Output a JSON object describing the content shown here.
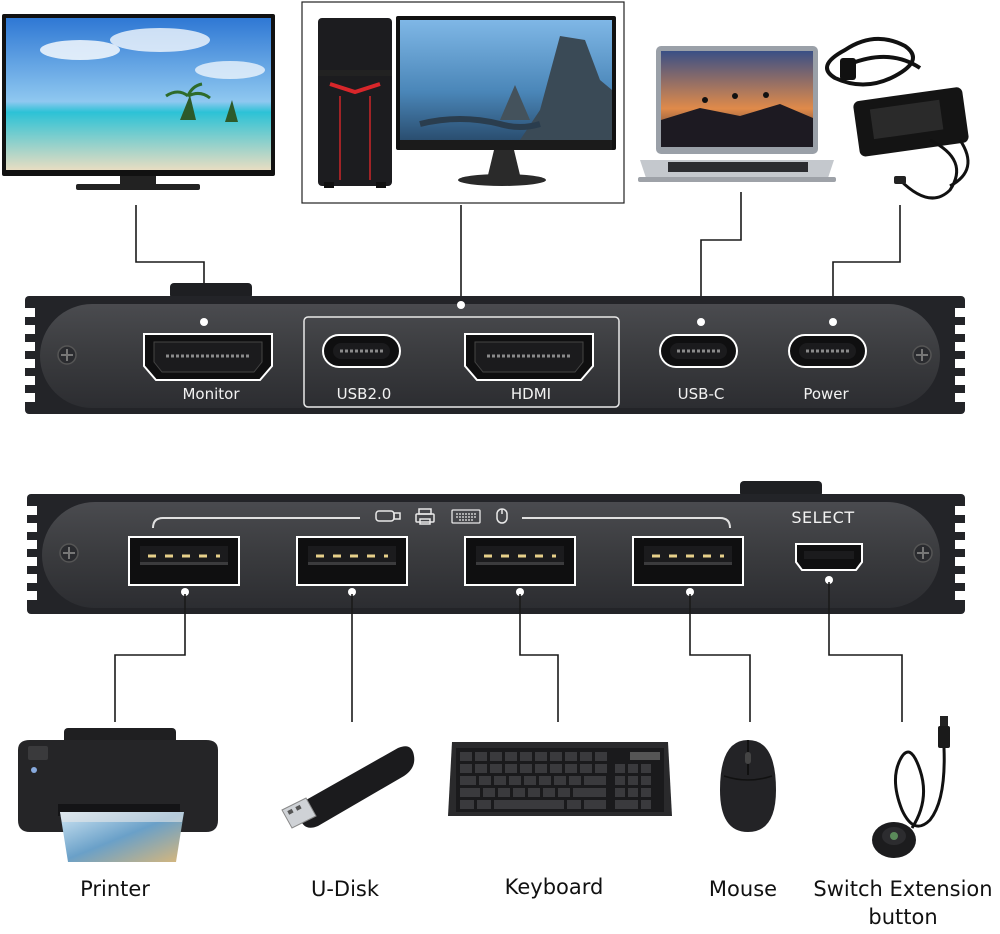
{
  "top_panel": {
    "ports": {
      "monitor": "Monitor",
      "usb20": "USB2.0",
      "hdmi": "HDMI",
      "usbc": "USB-C",
      "power": "Power"
    }
  },
  "bottom_panel": {
    "select_label": "SELECT",
    "icons": [
      "usb-drive-icon",
      "printer-icon",
      "keyboard-icon",
      "mouse-icon"
    ]
  },
  "devices": {
    "printer": "Printer",
    "udisk": "U-Disk",
    "keyboard": "Keyboard",
    "mouse": "Mouse",
    "switch_button_line1": "Switch Extension",
    "switch_button_line2": "button"
  },
  "colors": {
    "panel": "#3a3b3e",
    "panel_edge": "#24252a",
    "port_outline": "#ffffff",
    "wire": "#1a1a1a"
  }
}
